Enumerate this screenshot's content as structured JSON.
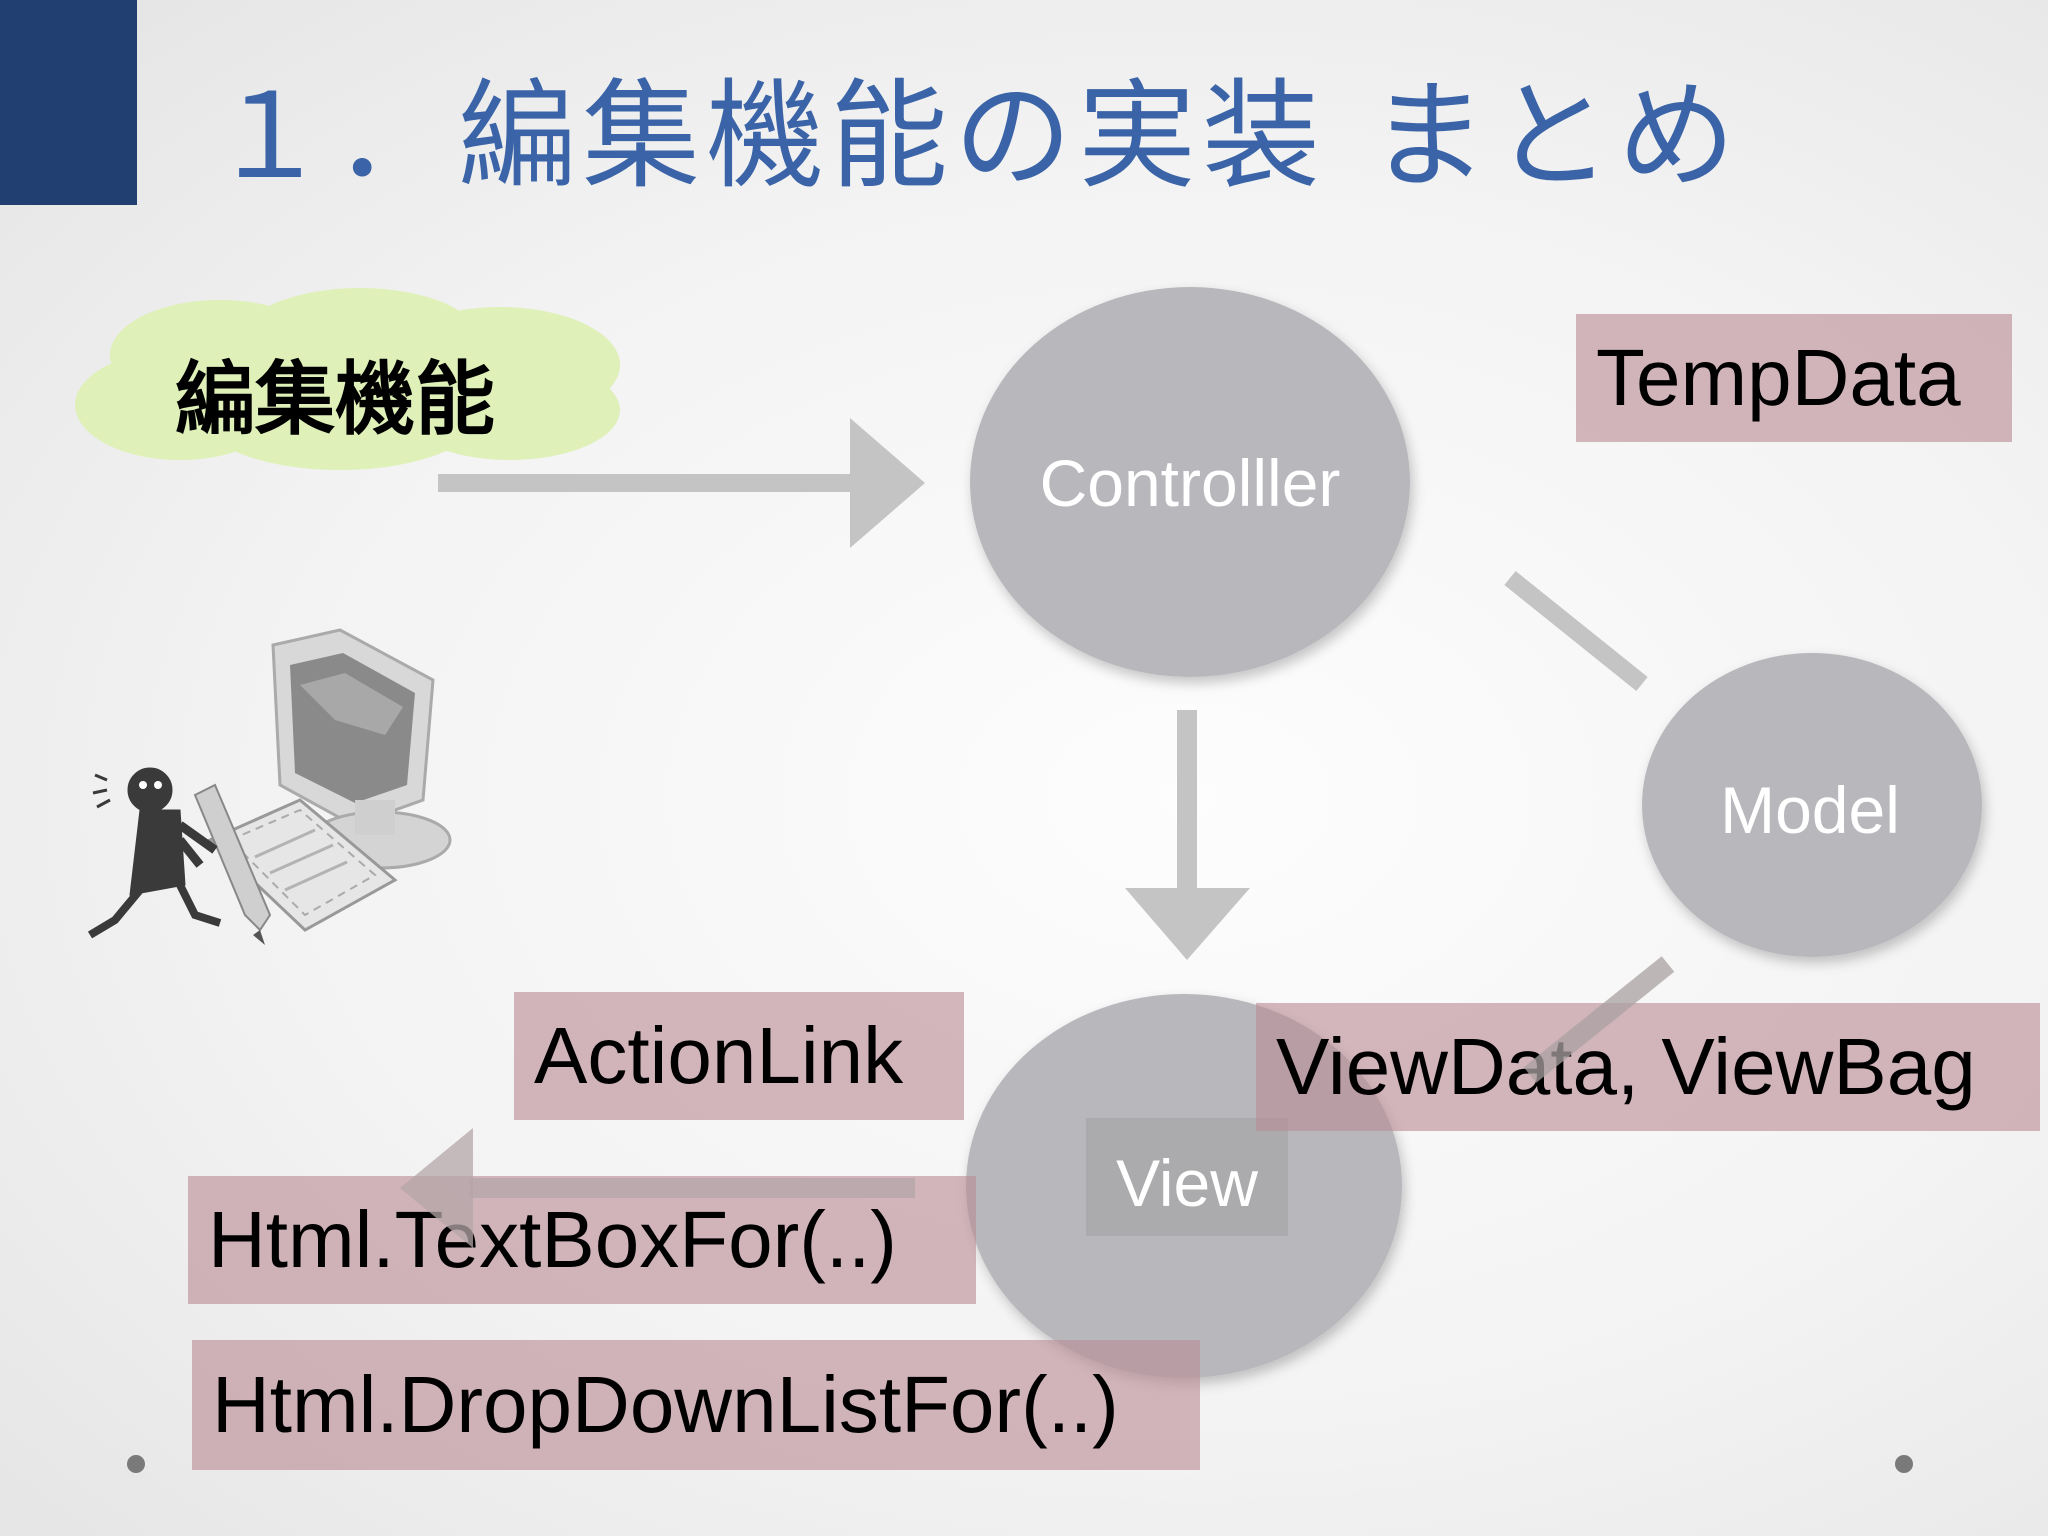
{
  "slide": {
    "title": "１．編集機能の実装 まとめ",
    "cloud_label": "編集機能"
  },
  "nodes": {
    "controller": "Controlller",
    "model": "Model",
    "view": "View"
  },
  "tags": {
    "tempdata": "TempData",
    "viewdata": "ViewData, ViewBag",
    "actionlink": "ActionLink",
    "textboxfor": "Html.TextBoxFor(..)",
    "dropdownlistfor": "Html.DropDownListFor(..)"
  },
  "colors": {
    "title_blue": "#3b64a8",
    "corner_navy": "#223f72",
    "node_gray": "#b8b8bc",
    "arrow_gray": "#c4c4c4",
    "tag_mauve": "#c4a0a6",
    "cloud_green": "#dff0b8"
  },
  "illustrations": [
    "person-at-computer-icon"
  ]
}
